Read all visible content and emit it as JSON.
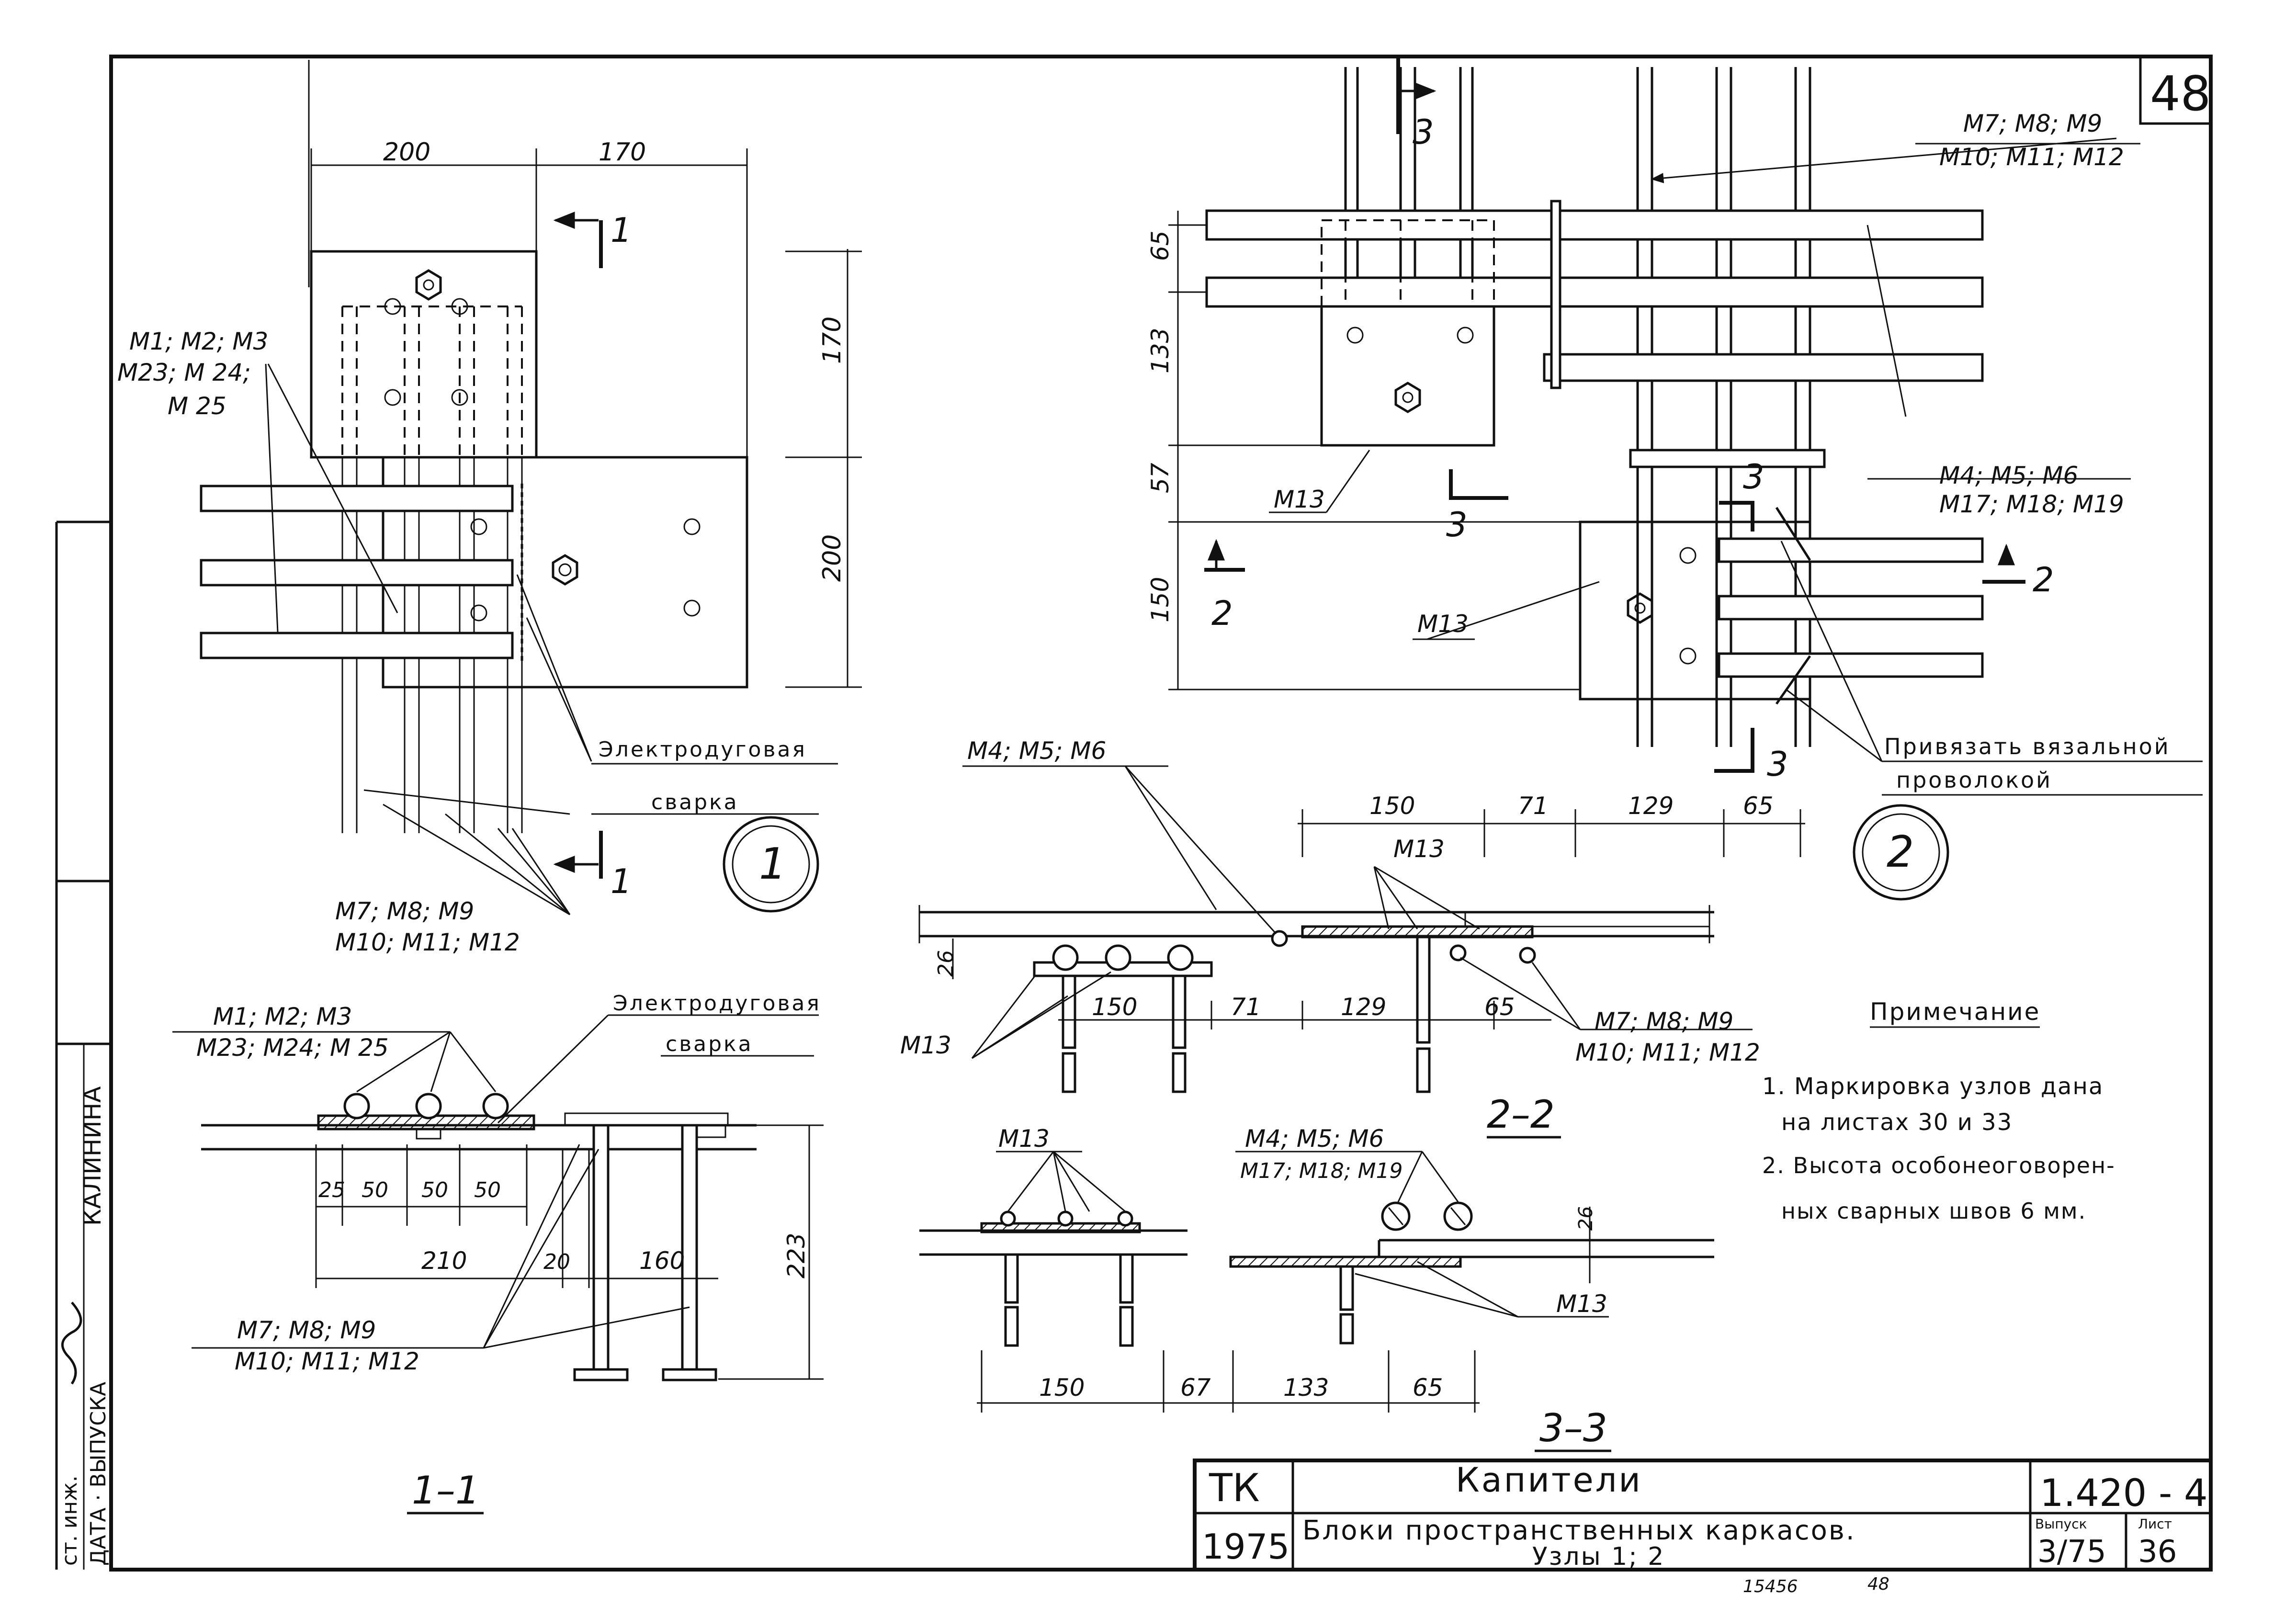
{
  "sheet_number": "48",
  "sheet_corner_marks": [
    "15456",
    "48"
  ],
  "left_strip": {
    "eng_label": "ст. инж.",
    "date_label": "ДАТА · ВЫПУСКА",
    "name": "КАЛИНИНА"
  },
  "node1": {
    "dims_top": [
      "200",
      "170"
    ],
    "dims_right": [
      "170",
      "200"
    ],
    "section_mark": "1",
    "leader_bars": [
      "М1;  М2; М3",
      "М23; М 24;",
      "М 25"
    ],
    "leader_posts": [
      "М7;  М8;  М9",
      "М10;  М11;  М12"
    ],
    "weld_label": [
      "Электродуговая",
      "сварка"
    ],
    "node_number": "1"
  },
  "node2": {
    "dims_left": [
      "65",
      "133",
      "57",
      "150"
    ],
    "leader_top": [
      "М7;  М8;  М9",
      "М10;  М11;  М12"
    ],
    "leader_right": [
      "М4;  М5;  М6",
      "М17;  М18;  М19"
    ],
    "plate_upper": "М13",
    "plate_lower": "М13",
    "section_marks": [
      "3",
      "2"
    ],
    "tie_label": [
      "Привязать вязальной",
      "проволокой"
    ],
    "node_number": "2"
  },
  "section_1_1": {
    "title": "1–1",
    "leader_bars": [
      "М1;  М2;   М3",
      "М23;  М24;  М 25"
    ],
    "weld_label": [
      "Электродуговая",
      "сварка"
    ],
    "dims_small": [
      "25",
      "50",
      "50",
      "50"
    ],
    "dims_bottom": [
      "210",
      "20",
      "160"
    ],
    "dim_height": "223",
    "leader_posts": [
      "М7;   М8;   М9",
      "М10;  М11;   М12"
    ]
  },
  "section_2_2": {
    "title": "2–2",
    "leader_top": "М4;  М5;   М6",
    "leader_plate": "М13",
    "dims_top": [
      "150",
      "71",
      "129",
      "65"
    ],
    "dims_mid": [
      "26",
      "150",
      "71",
      "129",
      "65"
    ],
    "leader_left": "М13",
    "leader_right": [
      "М7;  М8;  М9",
      "М10;  М11;  М12"
    ]
  },
  "section_3_3": {
    "title": "3–3",
    "leader_left": "М13",
    "leader_bars": [
      "М4;  М5;   М6",
      "М17;  М18;  М19"
    ],
    "dim_small": "26",
    "leader_plate": "М13",
    "dims_bottom": [
      "150",
      "67",
      "133",
      "65"
    ]
  },
  "notes": {
    "heading": "Примечание",
    "items": [
      "1. Маркировка   узлов    дана",
      "на  листах      30   и   33",
      "2. Высота     особонеоговорен-",
      "ных  сварных  швов    6 мм."
    ]
  },
  "title_block": {
    "org": "ТК",
    "year": "1975",
    "title": "Капители",
    "subtitle": "Блоки  пространственных    каркасов.",
    "subtitle2": "Узлы 1; 2",
    "code": "1.420 - 4",
    "issue_label": "Выпуск",
    "issue": "3/75",
    "sheet_label": "Лист",
    "sheet": "36"
  }
}
